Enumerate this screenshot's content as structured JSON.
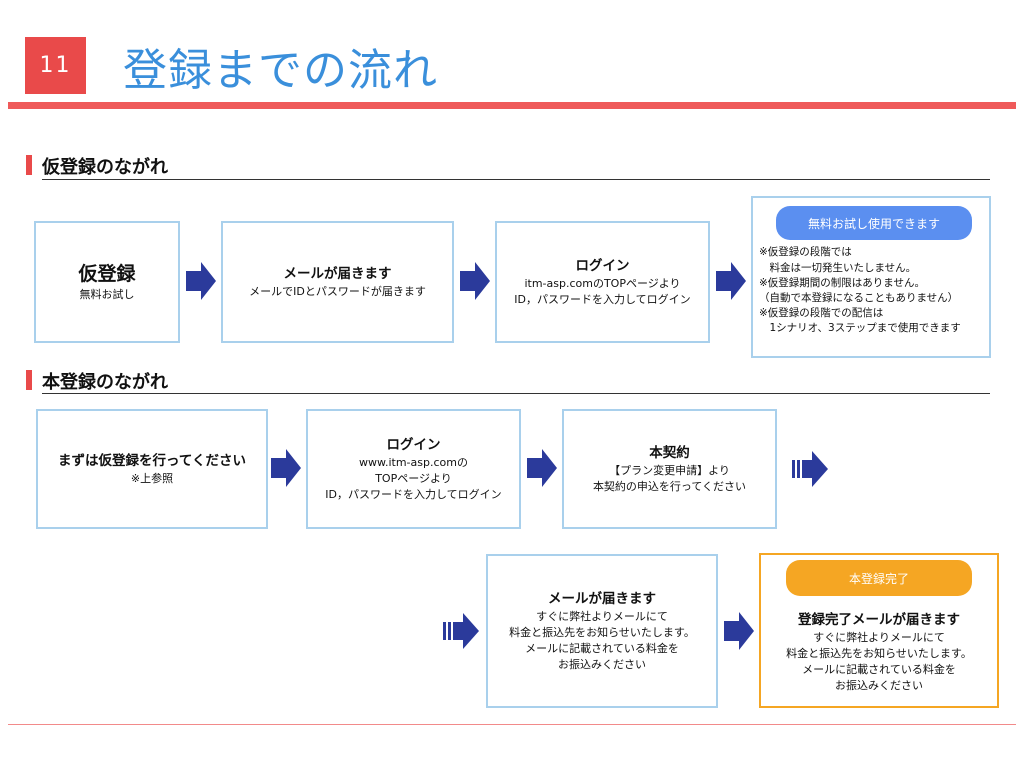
{
  "slide": {
    "number": "11",
    "title": "登録までの流れ"
  },
  "section1": {
    "heading": "仮登録のながれ",
    "steps": [
      {
        "title": "仮登録",
        "lines": [
          "無料お試し"
        ]
      },
      {
        "title": "メールが届きます",
        "lines": [
          "メールでIDとパスワードが届きます"
        ]
      },
      {
        "title": "ログイン",
        "lines": [
          "itm-asp.comのTOPページより",
          "ID，パスワードを入力してログイン"
        ]
      }
    ],
    "note": {
      "badge": "無料お試し使用できます",
      "lines": [
        "※仮登録の段階では",
        "　料金は一切発生いたしません。",
        "※仮登録期間の制限はありません。",
        "（自動で本登録になることもありません）",
        "※仮登録の段階での配信は",
        "　1シナリオ、3ステップまで使用できます"
      ]
    }
  },
  "section2": {
    "heading": "本登録のながれ",
    "steps": [
      {
        "title": "まずは仮登録を行ってください",
        "lines": [
          "※上参照"
        ]
      },
      {
        "title": "ログイン",
        "lines": [
          "www.itm-asp.comの",
          "TOPページより",
          "ID，パスワードを入力してログイン"
        ]
      },
      {
        "title": "本契約",
        "lines": [
          "【プラン変更申請】より",
          "本契約の申込を行ってください"
        ]
      },
      {
        "title": "メールが届きます",
        "lines": [
          "すぐに弊社よりメールにて",
          "料金と振込先をお知らせいたします。",
          "メールに記載されている料金を",
          "お振込みください"
        ]
      }
    ],
    "final": {
      "badge": "本登録完了",
      "title": "登録完了メールが届きます",
      "lines": [
        "すぐに弊社よりメールにて",
        "料金と振込先をお知らせいたします。",
        "メールに記載されている料金を",
        "お振込みください"
      ]
    }
  },
  "colors": {
    "accent_red": "#e94a4a",
    "title_blue": "#3a8fdb",
    "box_border": "#a9d0ec",
    "arrow_navy": "#2b3a9b",
    "pill_blue": "#5b8ff0",
    "done_orange": "#f5a623"
  }
}
